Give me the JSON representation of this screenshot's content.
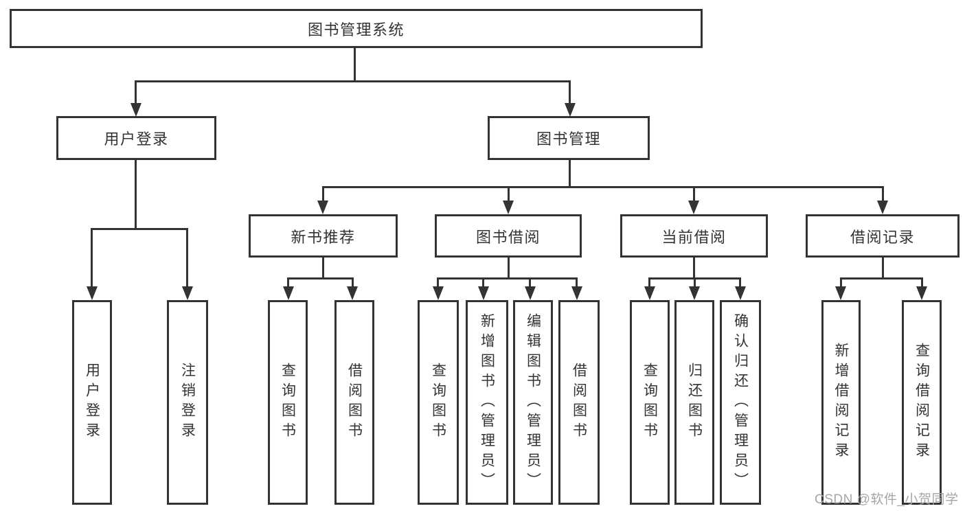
{
  "diagram": {
    "root": {
      "label": "图书管理系统"
    },
    "branches": {
      "user_login": {
        "label": "用户登录",
        "children": [
          {
            "label": "用户登录"
          },
          {
            "label": "注销登录"
          }
        ]
      },
      "book_management": {
        "label": "图书管理",
        "children": {
          "new_book_recommend": {
            "label": "新书推荐",
            "children": [
              {
                "label": "查询图书"
              },
              {
                "label": "借阅图书"
              }
            ]
          },
          "book_borrow": {
            "label": "图书借阅",
            "children": [
              {
                "label": "查询图书"
              },
              {
                "label": "新增图书（管理员）"
              },
              {
                "label": "编辑图书（管理员）"
              },
              {
                "label": "借阅图书"
              }
            ]
          },
          "current_borrow": {
            "label": "当前借阅",
            "children": [
              {
                "label": "查询图书"
              },
              {
                "label": "归还图书"
              },
              {
                "label": "确认归还（管理员）"
              }
            ]
          },
          "borrow_records": {
            "label": "借阅记录",
            "children": [
              {
                "label": "新增借阅记录"
              },
              {
                "label": "查询借阅记录"
              }
            ]
          }
        }
      }
    },
    "watermark": "CSDN @软件_小贺同学",
    "colors": {
      "line": "#333333",
      "text": "#333333",
      "watermark": "#a6a6a6",
      "background": "#ffffff"
    }
  }
}
